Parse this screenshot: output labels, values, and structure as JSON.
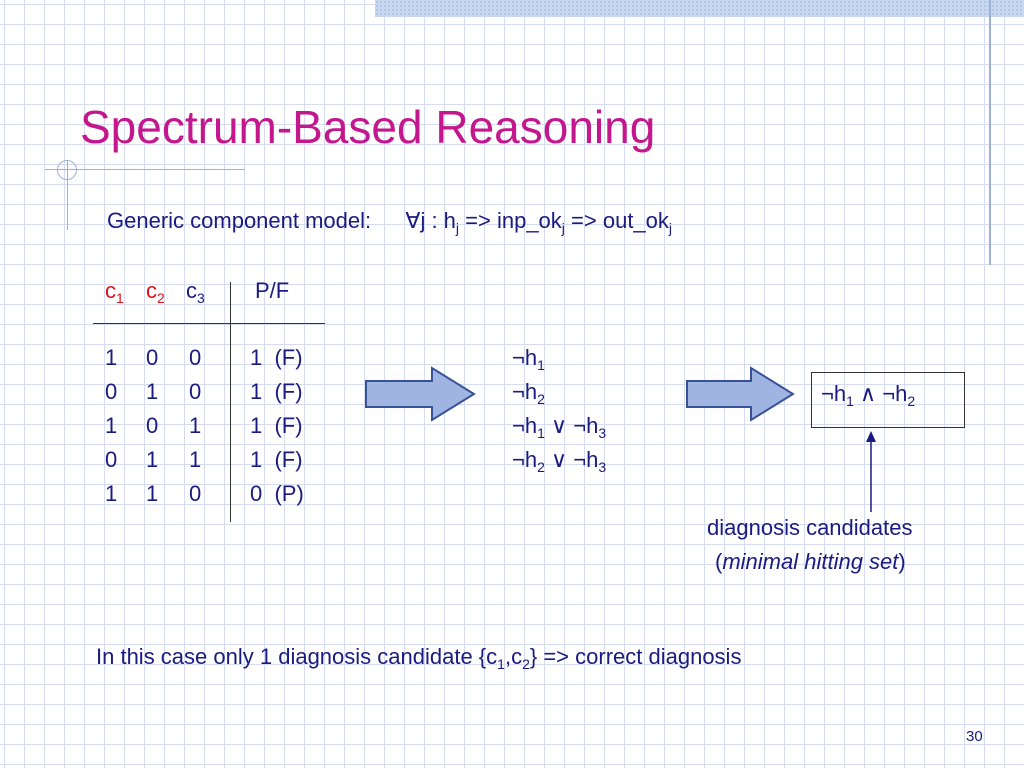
{
  "slide": {
    "title": "Spectrum-Based Reasoning",
    "model": {
      "label": "Generic component model:",
      "forall": "∀",
      "j": "j",
      "sep": " : h",
      "sub_j": "j",
      "arrow1": " => inp_ok",
      "arrow2": " => out_ok"
    },
    "table": {
      "headers": [
        {
          "letter": "c",
          "sub": "1",
          "highlight": true
        },
        {
          "letter": "c",
          "sub": "2",
          "highlight": true
        },
        {
          "letter": "c",
          "sub": "3",
          "highlight": false
        }
      ],
      "pf_header": "P/F",
      "rows": [
        {
          "c1": "1",
          "c2": "0",
          "c3": "0",
          "result": "1  (F)"
        },
        {
          "c1": "0",
          "c2": "1",
          "c3": "0",
          "result": "1  (F)"
        },
        {
          "c1": "1",
          "c2": "0",
          "c3": "1",
          "result": "1  (F)"
        },
        {
          "c1": "0",
          "c2": "1",
          "c3": "1",
          "result": "1  (F)"
        },
        {
          "c1": "1",
          "c2": "1",
          "c3": "0",
          "result": "0  (P)"
        }
      ]
    },
    "conflicts": [
      {
        "a": "¬h",
        "a_sub": "1",
        "op": "",
        "b": "",
        "b_sub": ""
      },
      {
        "a": "¬h",
        "a_sub": "2",
        "op": "",
        "b": "",
        "b_sub": ""
      },
      {
        "a": "¬h",
        "a_sub": "1",
        "op": " ∨ ",
        "b": "¬h",
        "b_sub": "3"
      },
      {
        "a": "¬h",
        "a_sub": "2",
        "op": " ∨ ",
        "b": "¬h",
        "b_sub": "3"
      }
    ],
    "diagnosis": {
      "a": "¬h",
      "a_sub": "1",
      "op": " ∧ ",
      "b": "¬h",
      "b_sub": "2"
    },
    "caption": {
      "line1": "diagnosis candidates",
      "open": "(",
      "italic": "minimal hitting set",
      "close": ")"
    },
    "conclusion": {
      "prefix": "In this case only 1 diagnosis candidate {c",
      "sub1": "1",
      "comma": ",c",
      "sub2": "2",
      "suffix": "} => correct diagnosis"
    },
    "page_number": "30",
    "colors": {
      "title": "#c4168d",
      "text": "#1a1a80",
      "highlight": "#d8141b",
      "arrow_fill": "#9fb4e0",
      "arrow_stroke": "#38529a"
    }
  }
}
